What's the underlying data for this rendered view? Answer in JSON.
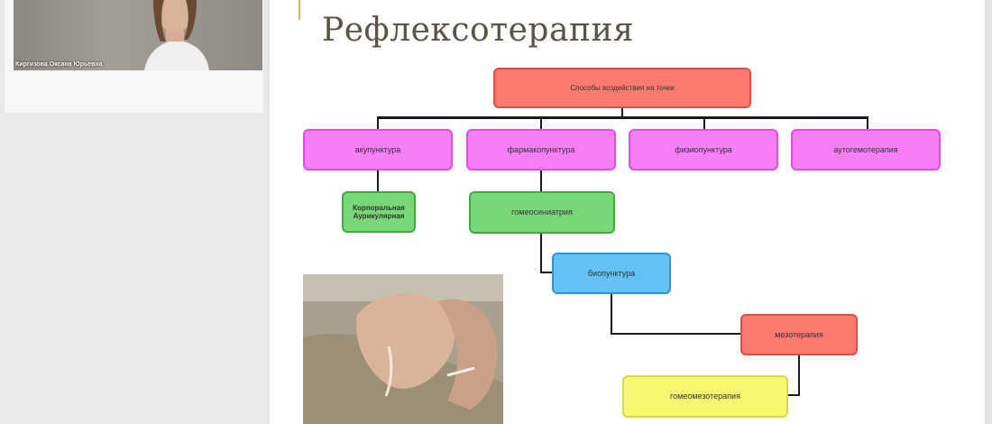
{
  "participant": {
    "name": "Киргизова Оксана Юрьевна"
  },
  "slide": {
    "title": "Рефлексотерапия",
    "root": "Способы воздействия на точки",
    "methods": [
      "акупунктура",
      "фармакопунктура",
      "физиопунктура",
      "аутогемотерапия"
    ],
    "acupuncture_types": [
      "Корпоральная",
      "Аурикулярная"
    ],
    "chain": [
      "гомеосиниатрия",
      "биопунктура",
      "мезотерапия",
      "гомеомезотерапия"
    ]
  },
  "colors": {
    "root": "#fb7a70",
    "method": "#f67ef6",
    "green": "#78d878",
    "blue": "#62c2f5",
    "yellow": "#f7f772"
  }
}
